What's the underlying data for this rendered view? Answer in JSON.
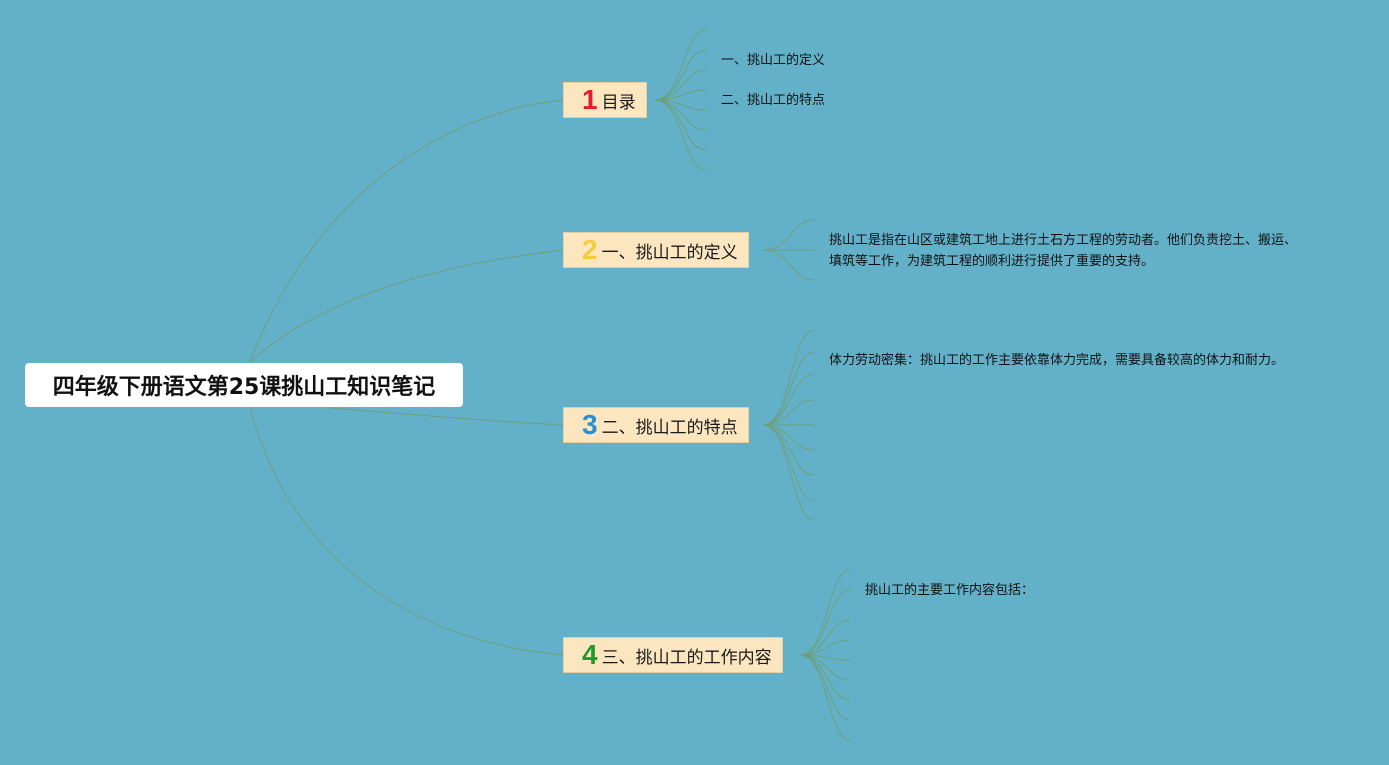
{
  "root": {
    "title": "四年级下册语文第25课挑山工知识笔记"
  },
  "colors": {
    "background": "#62b1c8",
    "connector": "#6f9f7c",
    "branch_fill": "#fbe6c0"
  },
  "branches": [
    {
      "number": "1",
      "number_color": "#e01e2b",
      "label": "目录",
      "leaves": [
        "一、挑山工的定义",
        "二、挑山工的特点"
      ]
    },
    {
      "number": "2",
      "number_color": "#f4cc3c",
      "label": "一、挑山工的定义",
      "leaves": [
        "挑山工是指在山区或建筑工地上进行土石方工程的劳动者。他们负责挖土、搬运、填筑等工作，为建筑工程的顺利进行提供了重要的支持。"
      ]
    },
    {
      "number": "3",
      "number_color": "#2a8fd6",
      "label": "二、挑山工的特点",
      "leaves": [
        "体力劳动密集：挑山工的工作主要依靠体力完成，需要具备较高的体力和耐力。"
      ]
    },
    {
      "number": "4",
      "number_color": "#1f9a2e",
      "label": "三、挑山工的工作内容",
      "leaves": [
        "挑山工的主要工作内容包括："
      ]
    }
  ]
}
